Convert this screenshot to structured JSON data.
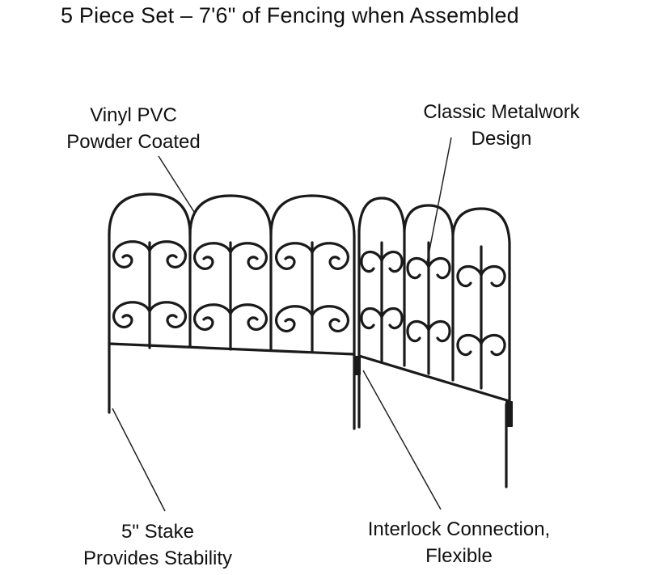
{
  "title": "5 Piece Set – 7'6\" of Fencing when Assembled",
  "callouts": {
    "vinyl": {
      "line1": "Vinyl PVC",
      "line2": "Powder Coated"
    },
    "classic": {
      "line1": "Classic Metalwork",
      "line2": "Design"
    },
    "stake": {
      "line1": "5\" Stake",
      "line2": "Provides Stability"
    },
    "interlock": {
      "line1": "Interlock Connection,",
      "line2": "Flexible"
    }
  },
  "colors": {
    "fence": "#1a1a1a",
    "leader": "#222222",
    "text": "#111111"
  }
}
